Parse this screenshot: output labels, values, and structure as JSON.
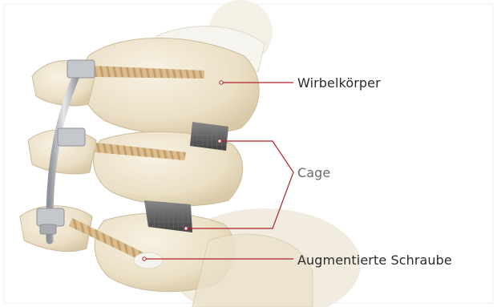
{
  "labels": {
    "vertebral_body": "Wirbelkörper",
    "cage": "Cage",
    "augmented_screw": "Augmentierte Schraube"
  },
  "colors": {
    "leader_line": "#b3202a",
    "bone": "#efe5cf",
    "bone_shadow": "#d9ccae",
    "screw": "#d9b98a",
    "rod": "#b8bcc2",
    "cage": "#5d5d5d",
    "label_text": "#2a2a2a",
    "cage_label_text": "#6b6b6b"
  },
  "image": {
    "subject": "lumbar-spine-illustration"
  }
}
